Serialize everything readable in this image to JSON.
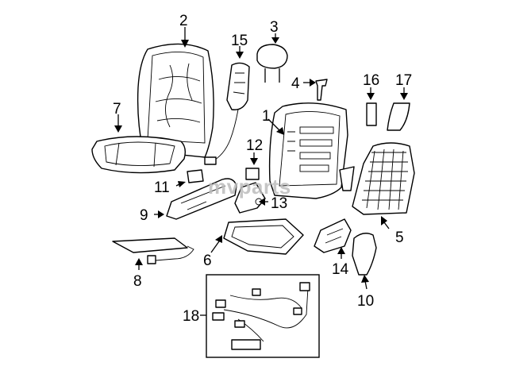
{
  "watermark": "mvparts",
  "callouts": [
    {
      "id": "c1",
      "label": "1"
    },
    {
      "id": "c2",
      "label": "2"
    },
    {
      "id": "c3",
      "label": "3"
    },
    {
      "id": "c4",
      "label": "4"
    },
    {
      "id": "c5",
      "label": "5"
    },
    {
      "id": "c6",
      "label": "6"
    },
    {
      "id": "c7",
      "label": "7"
    },
    {
      "id": "c8",
      "label": "8"
    },
    {
      "id": "c9",
      "label": "9"
    },
    {
      "id": "c10",
      "label": "10"
    },
    {
      "id": "c11",
      "label": "11"
    },
    {
      "id": "c12",
      "label": "12"
    },
    {
      "id": "c13",
      "label": "13"
    },
    {
      "id": "c14",
      "label": "14"
    },
    {
      "id": "c15",
      "label": "15"
    },
    {
      "id": "c16",
      "label": "16"
    },
    {
      "id": "c17",
      "label": "17"
    },
    {
      "id": "c18",
      "label": "18"
    }
  ],
  "colors": {
    "line": "#000000",
    "background": "#ffffff",
    "watermark": "#bdbdbd"
  }
}
